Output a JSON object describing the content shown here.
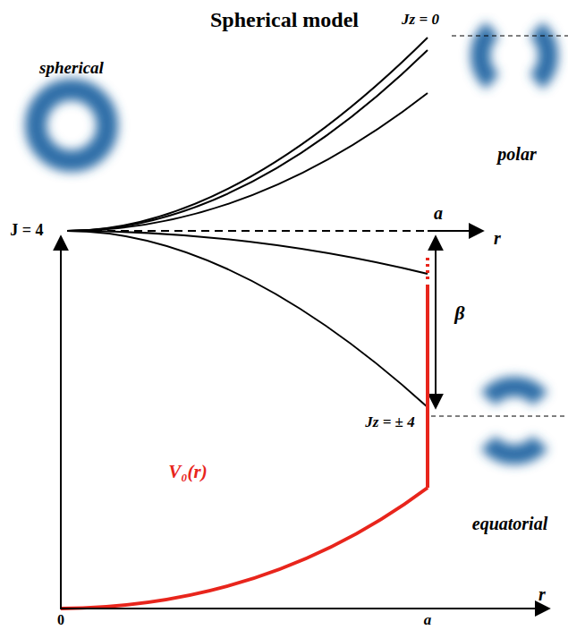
{
  "diagram": {
    "title": "Spherical model",
    "labels": [
      "spherical",
      "J = 4",
      "Jz = 0",
      "polar",
      "a",
      "r",
      "β",
      "Jz = ± 4",
      "equatorial",
      "V₀(r)",
      "0",
      "a",
      "r"
    ]
  }
}
